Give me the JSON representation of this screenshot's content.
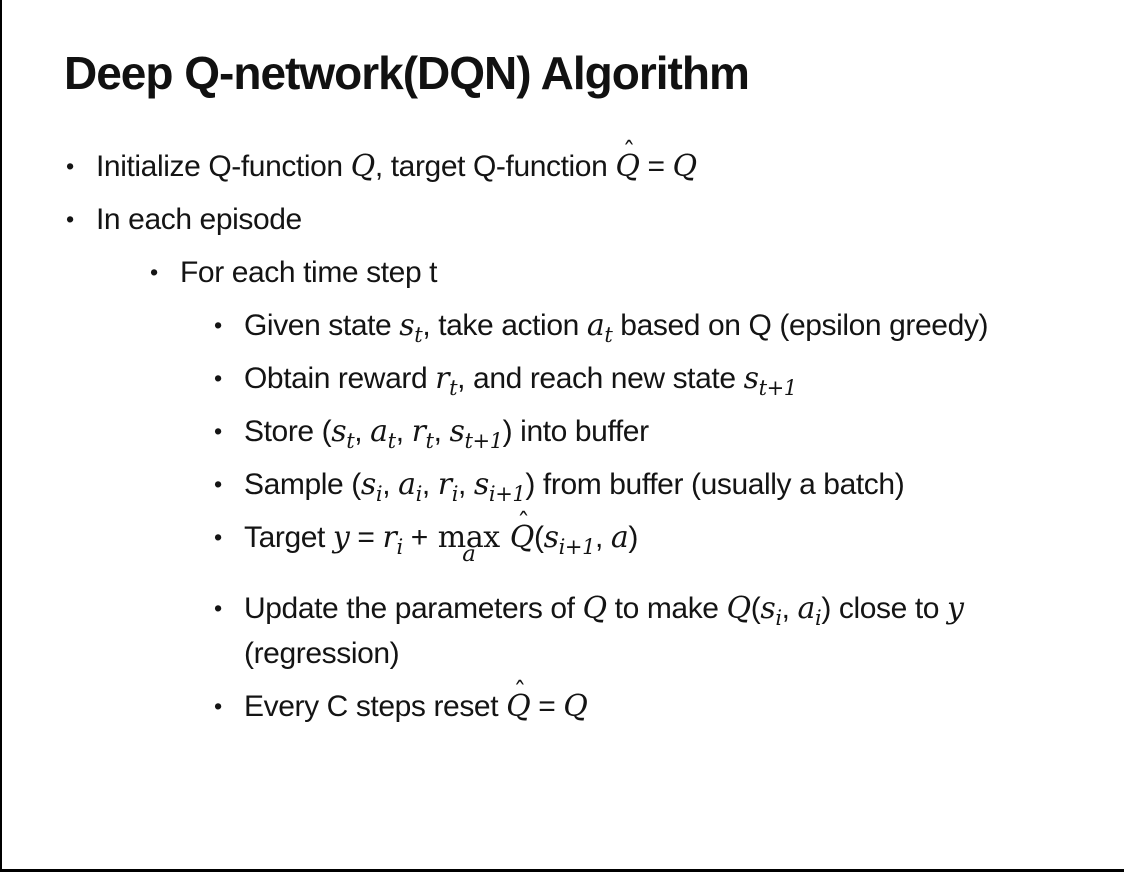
{
  "slide": {
    "title": "Deep Q-network(DQN) Algorithm"
  },
  "bullet_glyph": "•",
  "colors": {
    "background": "#ffffff",
    "text": "#141414",
    "border": "#000000"
  },
  "bullets": [
    {
      "level": 0,
      "segments": [
        {
          "type": "text",
          "v": "Initialize Q-function "
        },
        {
          "type": "math",
          "v": "Q"
        },
        {
          "type": "text",
          "v": ", target Q-function "
        },
        {
          "type": "mhat",
          "v": "Q"
        },
        {
          "type": "text",
          "v": " = "
        },
        {
          "type": "math",
          "v": "Q"
        }
      ]
    },
    {
      "level": 0,
      "segments": [
        {
          "type": "text",
          "v": "In each episode"
        }
      ]
    },
    {
      "level": 1,
      "segments": [
        {
          "type": "text",
          "v": "For each time step t"
        }
      ]
    },
    {
      "level": 2,
      "segments": [
        {
          "type": "text",
          "v": "Given state "
        },
        {
          "type": "msub",
          "base": "s",
          "sub": "t"
        },
        {
          "type": "text",
          "v": ", take action "
        },
        {
          "type": "msub",
          "base": "a",
          "sub": "t"
        },
        {
          "type": "text",
          "v": " based on Q (epsilon greedy)"
        }
      ]
    },
    {
      "level": 2,
      "segments": [
        {
          "type": "text",
          "v": "Obtain reward "
        },
        {
          "type": "msub",
          "base": "r",
          "sub": "t"
        },
        {
          "type": "text",
          "v": ", and reach new state "
        },
        {
          "type": "msub",
          "base": "s",
          "sub": "t+1"
        }
      ]
    },
    {
      "level": 2,
      "segments": [
        {
          "type": "text",
          "v": "Store ("
        },
        {
          "type": "msub",
          "base": "s",
          "sub": "t"
        },
        {
          "type": "text",
          "v": ", "
        },
        {
          "type": "msub",
          "base": "a",
          "sub": "t"
        },
        {
          "type": "text",
          "v": ", "
        },
        {
          "type": "msub",
          "base": "r",
          "sub": "t"
        },
        {
          "type": "text",
          "v": ", "
        },
        {
          "type": "msub",
          "base": "s",
          "sub": "t+1"
        },
        {
          "type": "text",
          "v": ") into buffer"
        }
      ]
    },
    {
      "level": 2,
      "segments": [
        {
          "type": "text",
          "v": "Sample ("
        },
        {
          "type": "msub",
          "base": "s",
          "sub": "i"
        },
        {
          "type": "text",
          "v": ", "
        },
        {
          "type": "msub",
          "base": "a",
          "sub": "i"
        },
        {
          "type": "text",
          "v": ", "
        },
        {
          "type": "msub",
          "base": "r",
          "sub": "i"
        },
        {
          "type": "text",
          "v": ", "
        },
        {
          "type": "msub",
          "base": "s",
          "sub": "i+1"
        },
        {
          "type": "text",
          "v": ") from buffer (usually a batch)"
        }
      ]
    },
    {
      "level": 2,
      "segments": [
        {
          "type": "text",
          "v": "Target "
        },
        {
          "type": "math",
          "v": "y"
        },
        {
          "type": "text",
          "v": " = "
        },
        {
          "type": "msub",
          "base": "r",
          "sub": "i"
        },
        {
          "type": "text",
          "v": " + "
        },
        {
          "type": "munder",
          "base": "max",
          "under": "a"
        },
        {
          "type": "text",
          "v": " "
        },
        {
          "type": "mhat",
          "v": "Q"
        },
        {
          "type": "text",
          "v": "("
        },
        {
          "type": "msub",
          "base": "s",
          "sub": "i+1"
        },
        {
          "type": "text",
          "v": ", "
        },
        {
          "type": "math",
          "v": "a"
        },
        {
          "type": "text",
          "v": ")"
        }
      ]
    },
    {
      "level": 2,
      "segments": [
        {
          "type": "text",
          "v": "Update the parameters of "
        },
        {
          "type": "math",
          "v": "Q"
        },
        {
          "type": "text",
          "v": " to make "
        },
        {
          "type": "math",
          "v": "Q"
        },
        {
          "type": "text",
          "v": "("
        },
        {
          "type": "msub",
          "base": "s",
          "sub": "i"
        },
        {
          "type": "text",
          "v": ", "
        },
        {
          "type": "msub",
          "base": "a",
          "sub": "i"
        },
        {
          "type": "text",
          "v": ") close to "
        },
        {
          "type": "math",
          "v": "y"
        },
        {
          "type": "text",
          "v": " (regression)"
        }
      ]
    },
    {
      "level": 2,
      "segments": [
        {
          "type": "text",
          "v": "Every C steps reset "
        },
        {
          "type": "mhat",
          "v": "Q"
        },
        {
          "type": "text",
          "v": " = "
        },
        {
          "type": "math",
          "v": "Q"
        }
      ]
    }
  ]
}
